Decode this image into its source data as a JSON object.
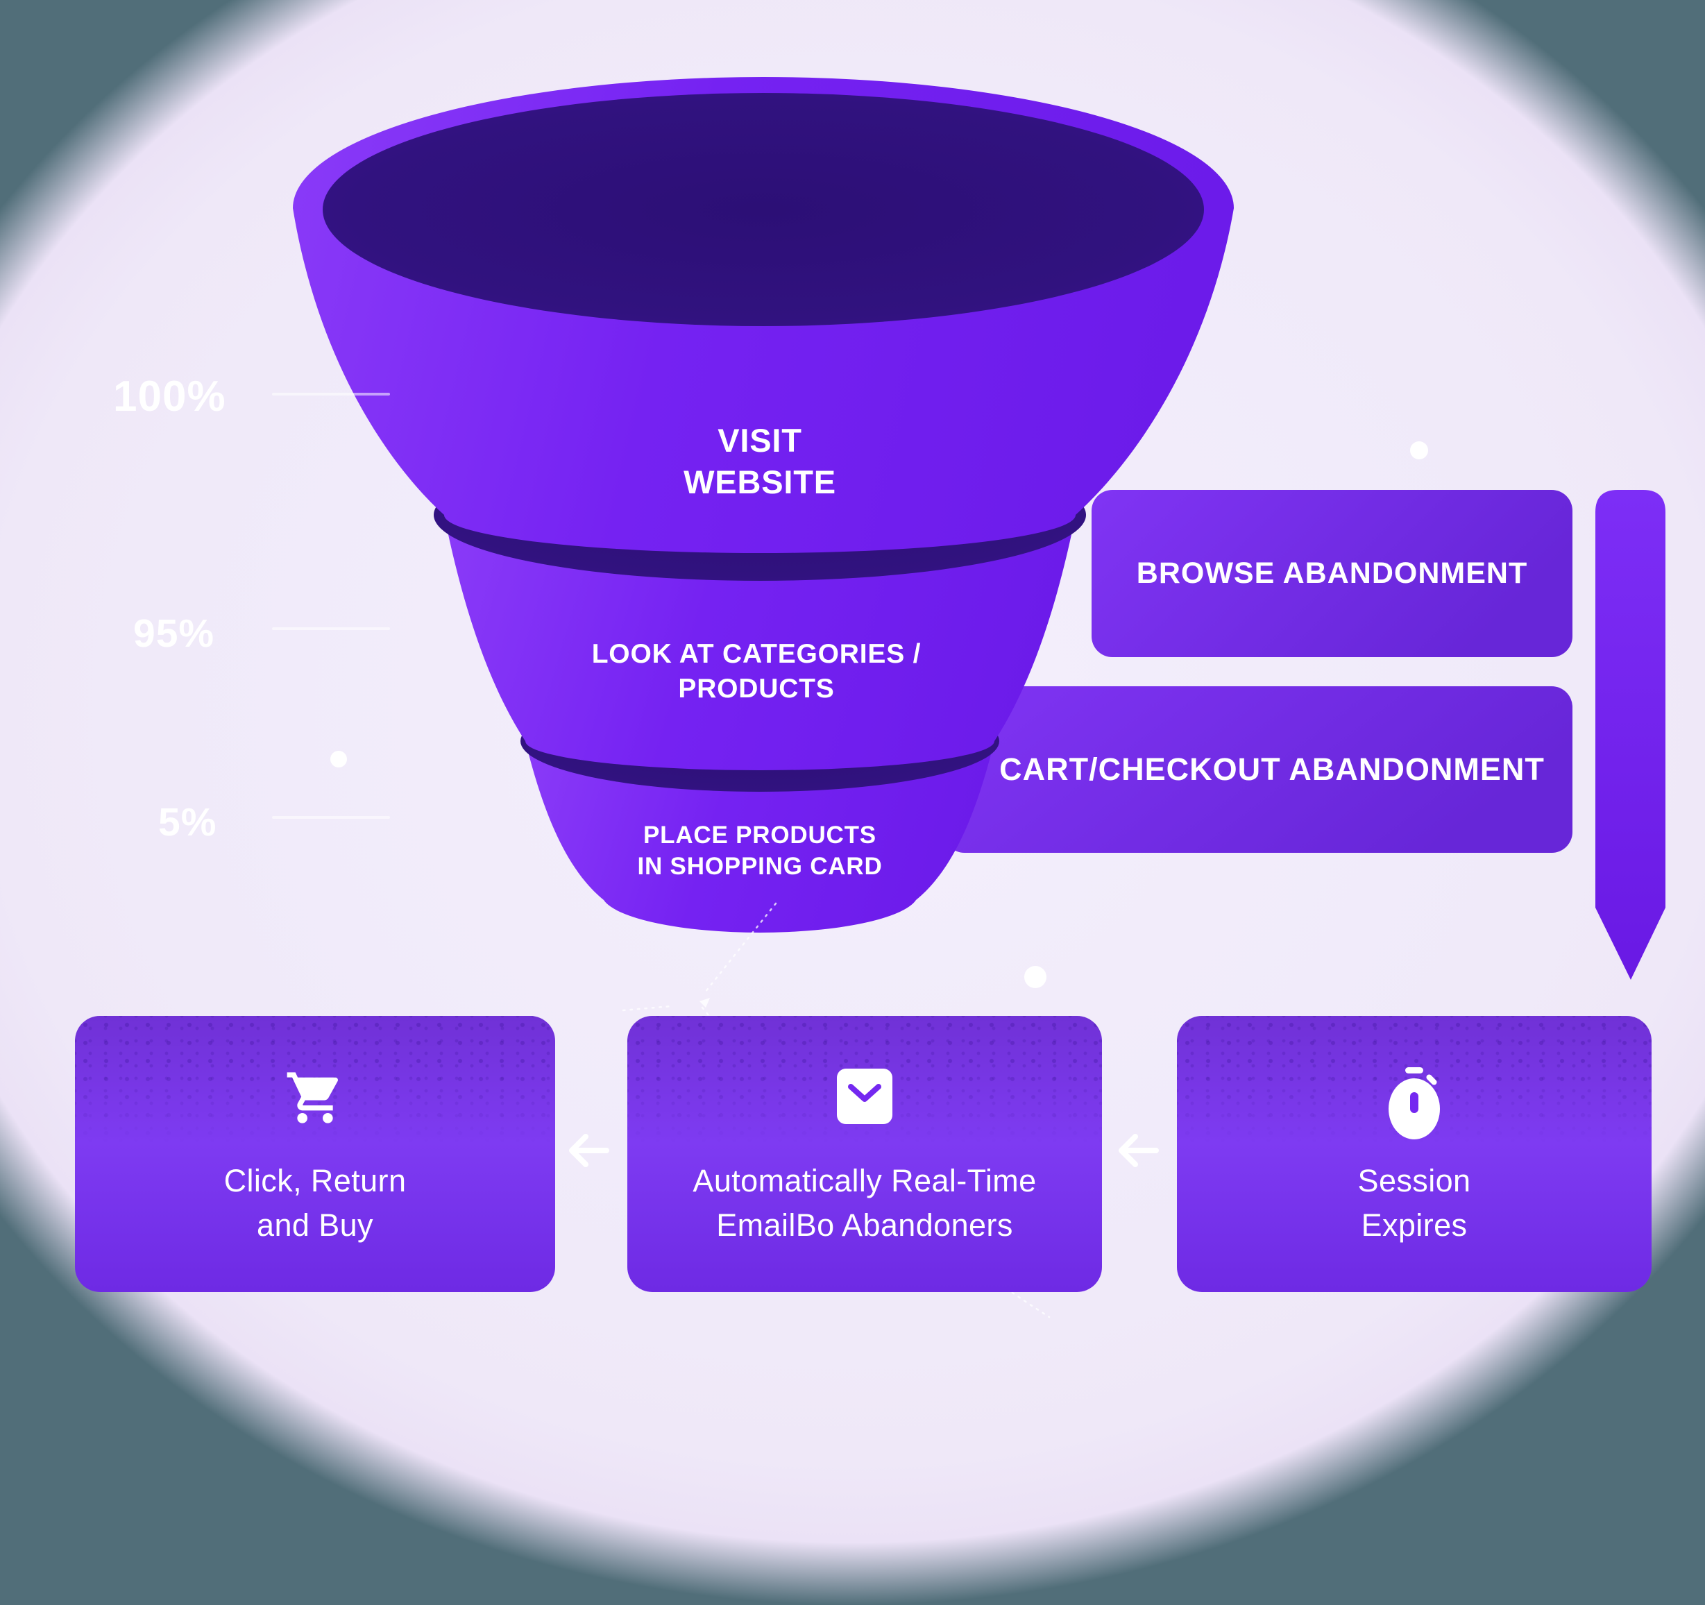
{
  "colors": {
    "outer_background": "#516e79",
    "canvas": "#efe9f8",
    "funnel_purple": "#7522f2",
    "funnel_dark_mouth": "#31127f",
    "bar_purple": "#7430ec",
    "card_purple": "#7634e8",
    "text_white": "#ffffff"
  },
  "percent_scale": {
    "p100": "100%",
    "p95": "95%",
    "p5": "5%"
  },
  "funnel": {
    "stages": [
      {
        "id": "visit-website",
        "percent": "100%",
        "lines": [
          "VISIT",
          "WEBSITE"
        ]
      },
      {
        "id": "look-at-categories-products",
        "percent": "95%",
        "lines": [
          "LOOK AT CATEGORIES /",
          "PRODUCTS"
        ]
      },
      {
        "id": "place-products-in-shopping-card",
        "percent": "5%",
        "lines": [
          "PLACE PRODUCTS",
          "IN SHOPPING CARD"
        ]
      }
    ]
  },
  "abandonment_bars": [
    {
      "label": "BROWSE ABANDONMENT"
    },
    {
      "label": "CART/CHECKOUT ABANDONMENT"
    }
  ],
  "process_cards": [
    {
      "icon": "shopping-cart",
      "lines": [
        "Click, Return",
        "and Buy"
      ]
    },
    {
      "icon": "envelope",
      "lines": [
        "Automatically Real-Time",
        "EmailBo Abandoners"
      ]
    },
    {
      "icon": "stopwatch",
      "lines": [
        "Session",
        "Expires"
      ]
    }
  ]
}
